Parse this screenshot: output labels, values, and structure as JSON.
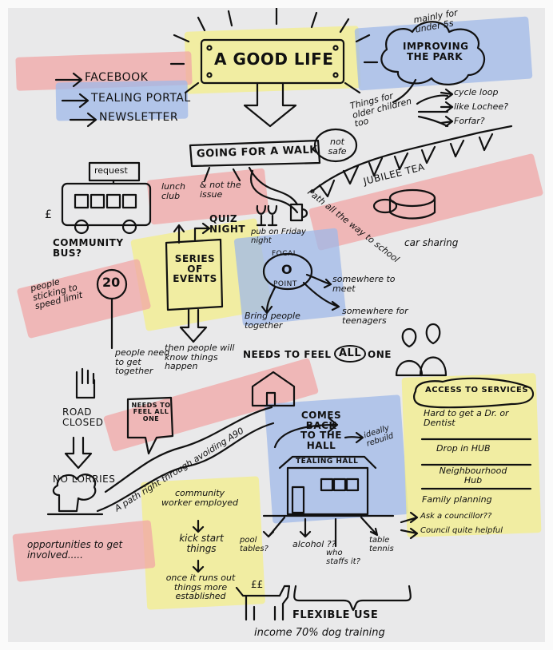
{
  "title": "A GOOD LIFE",
  "channels": [
    "FACEBOOK",
    "TEALING PORTAL",
    "NEWSLETTER"
  ],
  "park": {
    "heading": "IMPROVING THE PARK",
    "note": "mainly for under 5s",
    "older_children": "Things for older children too",
    "options": [
      "cycle loop",
      "like Lochee?",
      "Forfar?"
    ]
  },
  "walk": {
    "label": "GOING FOR A WALK",
    "not_safe": "not safe"
  },
  "jubilee_tea": "JUBILEE TEA",
  "bus": {
    "request": "request",
    "label": "COMMUNITY BUS?",
    "money": "£"
  },
  "lunch_club": "lunch club",
  "not_the_issue": "& not the issue",
  "quiz_night": "QUIZ NIGHT",
  "pub_friday": "pub on Friday night",
  "path_to_school": "Path all the way to school",
  "car_sharing": "car sharing",
  "series_of_events": "SERIES OF EVENTS",
  "focal_point": {
    "top": "FOCAL",
    "bottom": "POINT",
    "center": "O"
  },
  "somewhere_to_meet": "somewhere to meet",
  "bring_people_together": "Bring people together",
  "somewhere_teenagers": "somewhere for teenagers",
  "speed": {
    "limit": "20",
    "people_sticking": "people sticking to speed limit",
    "need_together": "people need to get together"
  },
  "then_people": "then people will know things happen",
  "needs_to_feel": {
    "left": "NEEDS TO FEEL",
    "circled": "ALL",
    "right": "ONE"
  },
  "road_closed": "ROAD CLOSED",
  "no_lorries": "NO LORRIES",
  "speech_bubble": "NEEDS TO FEEL ALL ONE",
  "path_right_through": "A path right through avoiding A90",
  "comes_back": "COMES BACK TO THE HALL",
  "ideally_rebuild": "ideally rebuild",
  "tealing_hall": "TEALING HALL",
  "community_worker": "community worker employed",
  "kick_start": "kick start things",
  "once_runs_out": "once it runs out things more established",
  "opportunities": "opportunities to get involved.....",
  "pool_tables": "pool tables?",
  "alcohol": "alcohol ??",
  "who_staffs": "who staffs it?",
  "table_tennis": "table tennis",
  "services": {
    "heading": "ACCESS TO SERVICES",
    "items": [
      "Hard to get a Dr. or Dentist",
      "Drop in HUB",
      "Neighbourhood Hub",
      "Family planning",
      "Ask a councillor??",
      "Council quite helpful"
    ]
  },
  "flexible_use": "FLEXIBLE USE",
  "income": "income 70% dog training",
  "dog_money": "££"
}
